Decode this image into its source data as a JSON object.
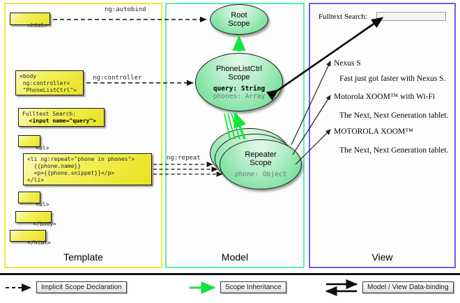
{
  "panels": {
    "template": {
      "label": "Template",
      "border_color": "#f2e73a"
    },
    "model": {
      "label": "Model",
      "border_color": "#57f0a8"
    },
    "view": {
      "label": "View",
      "border_color": "#6e5bef"
    }
  },
  "template_boxes": [
    {
      "name": "html-open-box",
      "lines": [
        "<html>"
      ]
    },
    {
      "name": "body-box",
      "lines": [
        "<body",
        " ng:controller=",
        " \"PhoneListCtrl\">"
      ]
    },
    {
      "name": "search-box",
      "lines": [
        "Fulltext Search:",
        "  <input name=\"query\">"
      ],
      "bold_lines": [
        1
      ]
    },
    {
      "name": "ul-open-box",
      "lines": [
        "<ul>"
      ]
    },
    {
      "name": "li-repeat-box",
      "lines": [
        "<li ng:repeat=\"phone in phones\">",
        "  {{phone.name}}",
        "  <p>{{phone.snippet}}</p>",
        "</li>"
      ]
    },
    {
      "name": "ul-close-box",
      "lines": [
        "<ul>"
      ]
    },
    {
      "name": "body-close-box",
      "lines": [
        "</body>"
      ]
    },
    {
      "name": "html-close-box",
      "lines": [
        "</html>"
      ]
    }
  ],
  "edge_labels": {
    "autobind": "ng:autobind",
    "controller": "ng:controller",
    "repeat": "ng:repeat"
  },
  "scopes": {
    "root": {
      "title_line1": "Root",
      "title_line2": "Scope"
    },
    "ctrl": {
      "title_line1": "PhoneListCtrl",
      "title_line2": "Scope",
      "prop1": "query: String",
      "prop2": "phones: Array"
    },
    "repeater": {
      "title_line1": "Repeater",
      "title_line2": "Scope",
      "prop1": "phone: Object"
    }
  },
  "view": {
    "search_label": "Fulltext Search:",
    "search_value": "",
    "search_placeholder": "",
    "items": [
      {
        "name": "Nexus S",
        "snippet": "Fast just got faster with Nexus S."
      },
      {
        "name": "Motorola XOOM™  with Wi-Fi",
        "snippet": "The Next, Next Generation tablet."
      },
      {
        "name": "MOTOROLA XOOM™",
        "snippet": "The Next, Next Generation tablet."
      }
    ]
  },
  "legend": [
    {
      "name": "implicit-scope-declaration",
      "label": "Implicit Scope Declaration",
      "arrow": "dashed-arrow"
    },
    {
      "name": "scope-inheritance",
      "label": "Scope Inheritance",
      "arrow": "green-arrow"
    },
    {
      "name": "model-view-data-binding",
      "label": "Model / View Data-binding",
      "arrow": "double-arrow"
    }
  ],
  "colors": {
    "template_border": "#f2e73a",
    "model_border": "#57f0a8",
    "view_border": "#6e5bef",
    "inheritance_green": "#12e53a",
    "code_yellow": "#e9e21f"
  }
}
